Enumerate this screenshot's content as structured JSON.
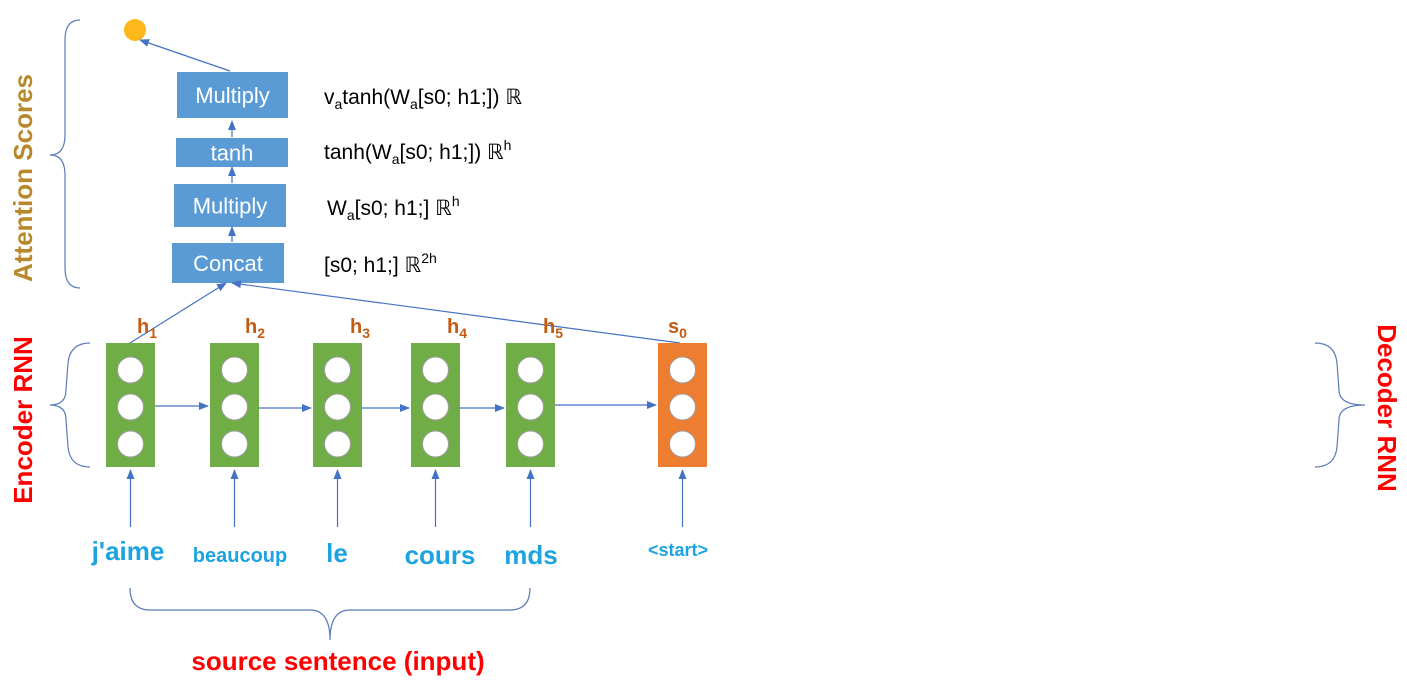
{
  "colors": {
    "box_blue": "#5B9BD5",
    "encoder_green": "#70AD47",
    "decoder_orange": "#ED7D31",
    "line_blue": "#4472C4",
    "brace_blue": "#5B7BB8",
    "score_dot": "#FFB81C",
    "attention_label": "#B8892C",
    "red_label": "#FF0000",
    "word_blue": "#1CA3E0",
    "hidden_label": "#C55A11"
  },
  "labels": {
    "attention_scores": "Attention Scores",
    "encoder_rnn": "Encoder RNN",
    "decoder_rnn": "Decoder RNN",
    "source_sentence": "source sentence (input)"
  },
  "stack": [
    {
      "name": "multiply-top",
      "label": "Multiply",
      "formula": [
        {
          "t": "v"
        },
        {
          "sub": "a"
        },
        {
          "t": "tanh(W"
        },
        {
          "sub": "a"
        },
        {
          "t": "[s0; h1;])   ℝ"
        }
      ]
    },
    {
      "name": "tanh",
      "label": "tanh",
      "formula": [
        {
          "t": "tanh(W"
        },
        {
          "sub": "a"
        },
        {
          "t": "[s0; h1;])   ℝ"
        },
        {
          "sup": "h"
        }
      ]
    },
    {
      "name": "multiply-bottom",
      "label": "Multiply",
      "formula": [
        {
          "t": "W"
        },
        {
          "sub": "a"
        },
        {
          "t": "[s0; h1;]   ℝ"
        },
        {
          "sup": "h"
        }
      ]
    },
    {
      "name": "concat",
      "label": "Concat",
      "formula": [
        {
          "t": "[s0; h1;]  ℝ"
        },
        {
          "sup": "2h"
        }
      ]
    }
  ],
  "encoder_cells": [
    {
      "label": "h",
      "sub": "1",
      "word": "j'aime"
    },
    {
      "label": "h",
      "sub": "2",
      "word": "beaucoup"
    },
    {
      "label": "h",
      "sub": "3",
      "word": "le"
    },
    {
      "label": "h",
      "sub": "4",
      "word": "cours"
    },
    {
      "label": "h",
      "sub": "5",
      "word": "mds"
    }
  ],
  "decoder_cell": {
    "label": "s",
    "sub": "0",
    "word": "<start>"
  }
}
